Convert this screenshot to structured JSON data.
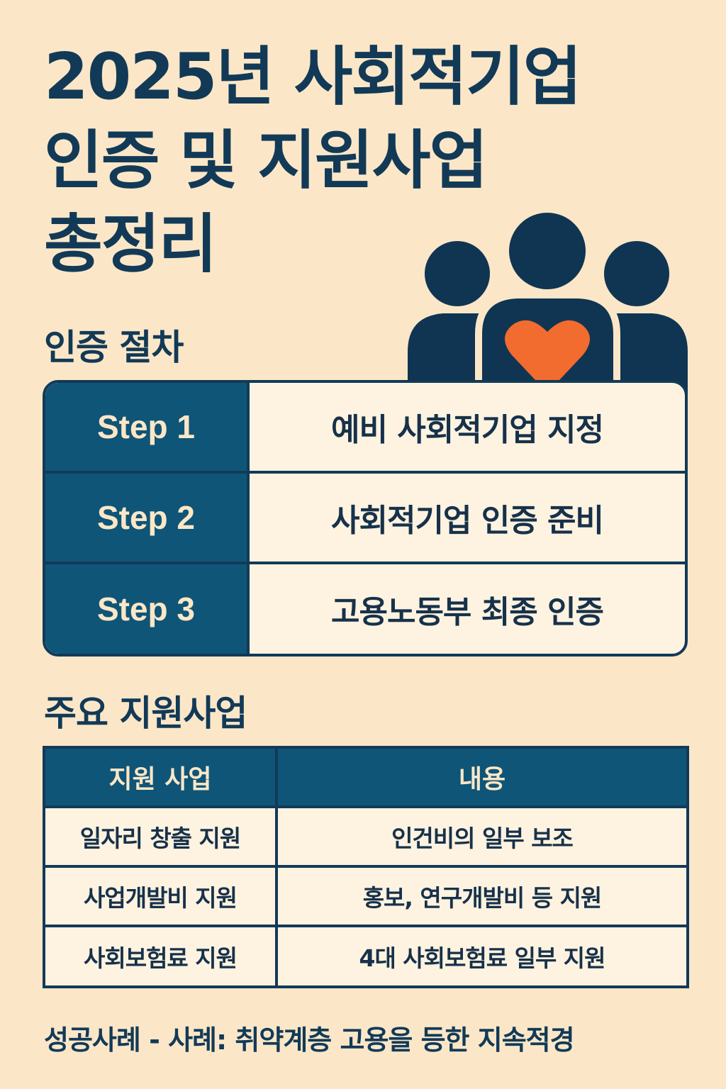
{
  "title": {
    "line1": "2025년 사회적기업",
    "line2": "인증 및 지원사업",
    "line3": "총정리"
  },
  "illustration": {
    "icon": "people-with-heart-icon",
    "heart_color": "#f26b2f",
    "figure_color": "#0f3552"
  },
  "certification": {
    "heading": "인증 절차",
    "steps": [
      {
        "label": "Step 1",
        "text": "예비 사회적기업 지정"
      },
      {
        "label": "Step 2",
        "text": "사회적기업 인증 준비"
      },
      {
        "label": "Step 3",
        "text": "고용노동부 최종 인증"
      }
    ]
  },
  "support": {
    "heading": "주요 지원사업",
    "columns": [
      "지원 사업",
      "내용"
    ],
    "rows": [
      [
        "일자리 창출 지원",
        "인건비의 일부 보조"
      ],
      [
        "사업개발비 지원",
        "홍보, 연구개발비 등 지원"
      ],
      [
        "사회보험료 지원",
        "4대 사회보험료 일부 지원"
      ]
    ]
  },
  "footer": {
    "text": "성공사례 - 사례: 취약계층 고용을 등한 지속적경"
  },
  "colors": {
    "background": "#fbe7c8",
    "navy": "#0f3552",
    "teal": "#0f5577",
    "cell": "#fef3e0"
  }
}
